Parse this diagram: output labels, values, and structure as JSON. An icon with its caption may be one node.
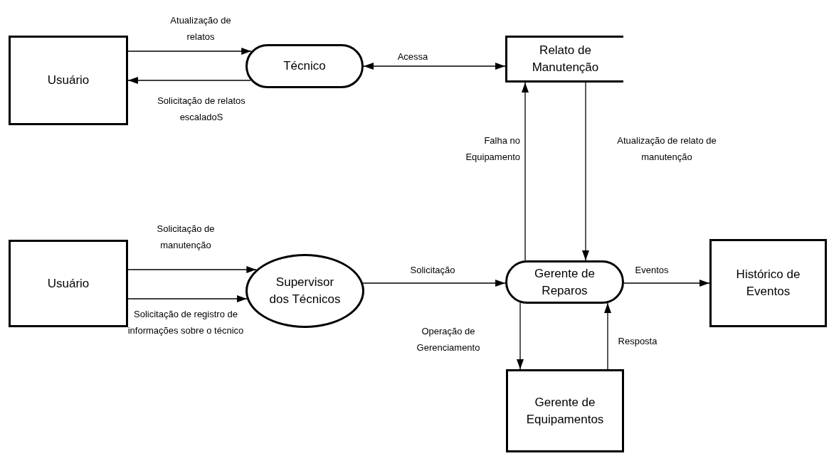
{
  "diagram": {
    "nodes": [
      {
        "text": [
          "Usuário"
        ]
      },
      {
        "text": [
          "Técnico"
        ]
      },
      {
        "text": [
          "Relato de Manutenção"
        ]
      },
      {
        "text": [
          "Usuário"
        ]
      },
      {
        "text": [
          "Supervisor dos Técnicos"
        ]
      },
      {
        "text": [
          "Gerente de Reparos"
        ]
      },
      {
        "text": [
          "Histórico de Eventos"
        ]
      },
      {
        "text": [
          "Gerente de Equipamentos"
        ]
      }
    ],
    "edges": [
      {
        "from": 0,
        "to": 1,
        "arrow": "to",
        "label": "Atualização de relatos"
      },
      {
        "from": 1,
        "to": 0,
        "arrow": "to",
        "label": "Solicitação de relatos escaladoS"
      },
      {
        "from": 1,
        "to": 2,
        "arrow": "both",
        "label": "Acessa"
      },
      {
        "from": 5,
        "to": 2,
        "arrow": "to",
        "label": "Falha no Equipamento"
      },
      {
        "from": 2,
        "to": 5,
        "arrow": "to",
        "label": "Atualização de relato de manutenção"
      },
      {
        "from": 3,
        "to": 4,
        "arrow": "to",
        "label": "Solicitação de manutenção"
      },
      {
        "from": 3,
        "to": 4,
        "arrow": "to",
        "label": "Solicitação de registro de informações sobre o técnico"
      },
      {
        "from": 4,
        "to": 5,
        "arrow": "to",
        "label": "Solicitação"
      },
      {
        "from": 5,
        "to": 6,
        "arrow": "to",
        "label": "Eventos"
      },
      {
        "from": 5,
        "to": 7,
        "arrow": "to",
        "label": "Operação de Gerenciamento"
      },
      {
        "from": 7,
        "to": 5,
        "arrow": "to",
        "label": "Resposta"
      }
    ]
  }
}
